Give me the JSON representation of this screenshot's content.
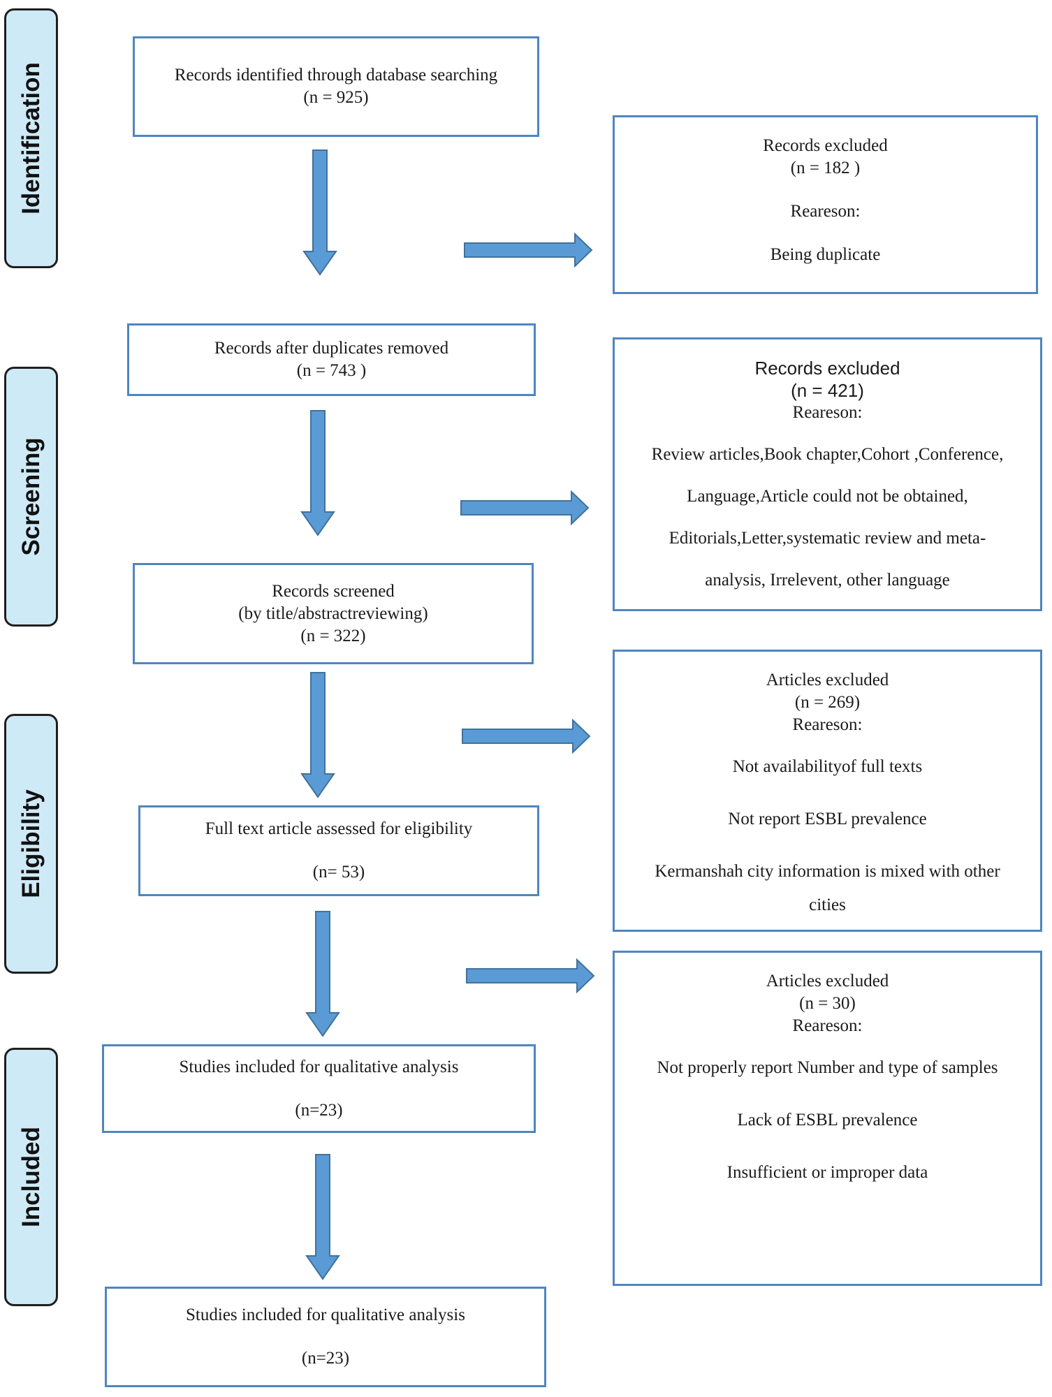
{
  "phases": {
    "identification": "Identification",
    "screening": "Screening",
    "eligibility": "Eligibility",
    "included": "Included"
  },
  "flow": {
    "identified": {
      "label": "Records identified through database searching",
      "count": "(n = 925)"
    },
    "after_duplicates": {
      "label": "Records after duplicates removed",
      "count": "(n = 743  )"
    },
    "screened": {
      "label": "Records screened",
      "detail": "(by title/abstractreviewing)",
      "count": "(n = 322)"
    },
    "full_text": {
      "label": "Full text article assessed for eligibility",
      "count": "(n= 53)"
    },
    "qualitative": {
      "label": "Studies included for qualitative analysis",
      "count": "(n=23)"
    },
    "final": {
      "label": "Studies included for qualitative analysis",
      "count": "(n=23)"
    }
  },
  "exclusions": {
    "duplicates": {
      "title": "Records excluded",
      "count": "(n =  182 )",
      "reason_label": "Reareson:",
      "reasons": [
        "Being duplicate"
      ]
    },
    "screening": {
      "title": "Records excluded",
      "count": "(n = 421)",
      "reason_label": "Reareson:",
      "reasons": [
        "Review articles,Book chapter,Cohort ,Conference,",
        "Language,Article could not be obtained,",
        "Editorials,Letter,systematic review and meta-",
        "analysis, Irrelevent, other language"
      ]
    },
    "eligibility": {
      "title": "Articles excluded",
      "count": "(n = 269)",
      "reason_label": "Reareson:",
      "reasons": [
        "Not availabilityof full texts",
        "Not report ESBL prevalence",
        "Kermanshah city information is mixed with other",
        "cities"
      ]
    },
    "included": {
      "title": "Articles excluded",
      "count": "(n = 30)",
      "reason_label": "Reareson:",
      "reasons": [
        "Not properly report Number and type of samples",
        "Lack of ESBL prevalence",
        "Insufficient or improper data"
      ]
    }
  },
  "colors": {
    "box_border": "#4f86bf",
    "arrow_fill": "#5b9bd5",
    "arrow_stroke": "#41719c",
    "phase_fill": "#cfeaf7"
  }
}
